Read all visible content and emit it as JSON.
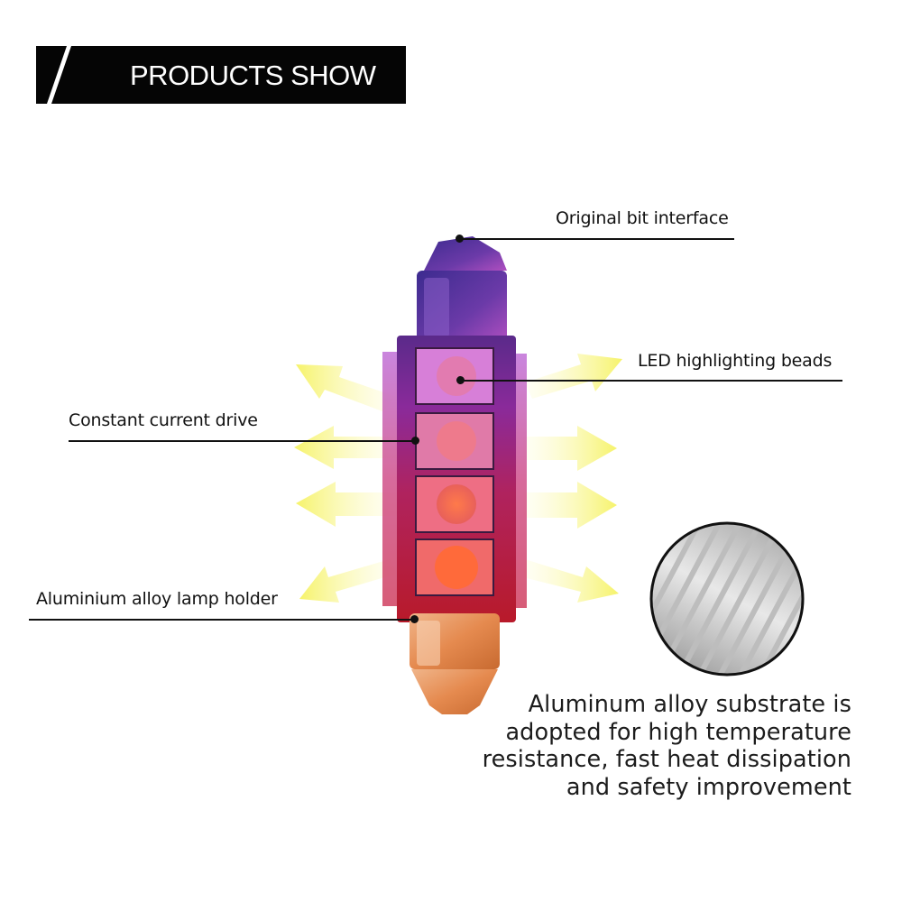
{
  "banner": {
    "title": "PRODUCTS SHOW"
  },
  "callouts": {
    "top": "Original bit interface",
    "leds": "LED highlighting beads",
    "drive": "Constant current drive",
    "holder": "Aluminium alloy lamp holder"
  },
  "description": {
    "lines": [
      "Aluminum alloy substrate is",
      "adopted for high temperature",
      "resistance, fast heat dissipation",
      "and safety improvement"
    ]
  },
  "colors": {
    "banner": "#050505",
    "arrow": "#f6f36a",
    "cap_top": "#4a2fa0",
    "cap_bottom": "#e08a50"
  }
}
